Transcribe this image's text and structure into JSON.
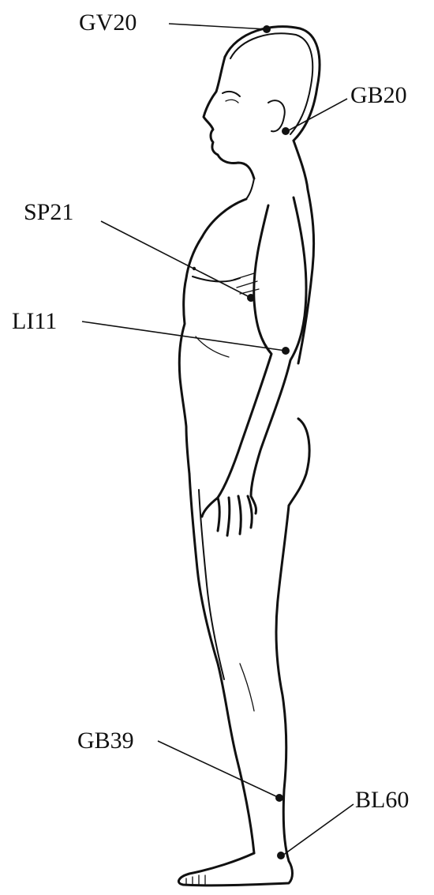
{
  "points": [
    {
      "id": "gv20",
      "label": "GV20"
    },
    {
      "id": "gb20",
      "label": "GB20"
    },
    {
      "id": "sp21",
      "label": "SP21"
    },
    {
      "id": "li11",
      "label": "LI11"
    },
    {
      "id": "gb39",
      "label": "GB39"
    },
    {
      "id": "bl60",
      "label": "BL60"
    }
  ]
}
